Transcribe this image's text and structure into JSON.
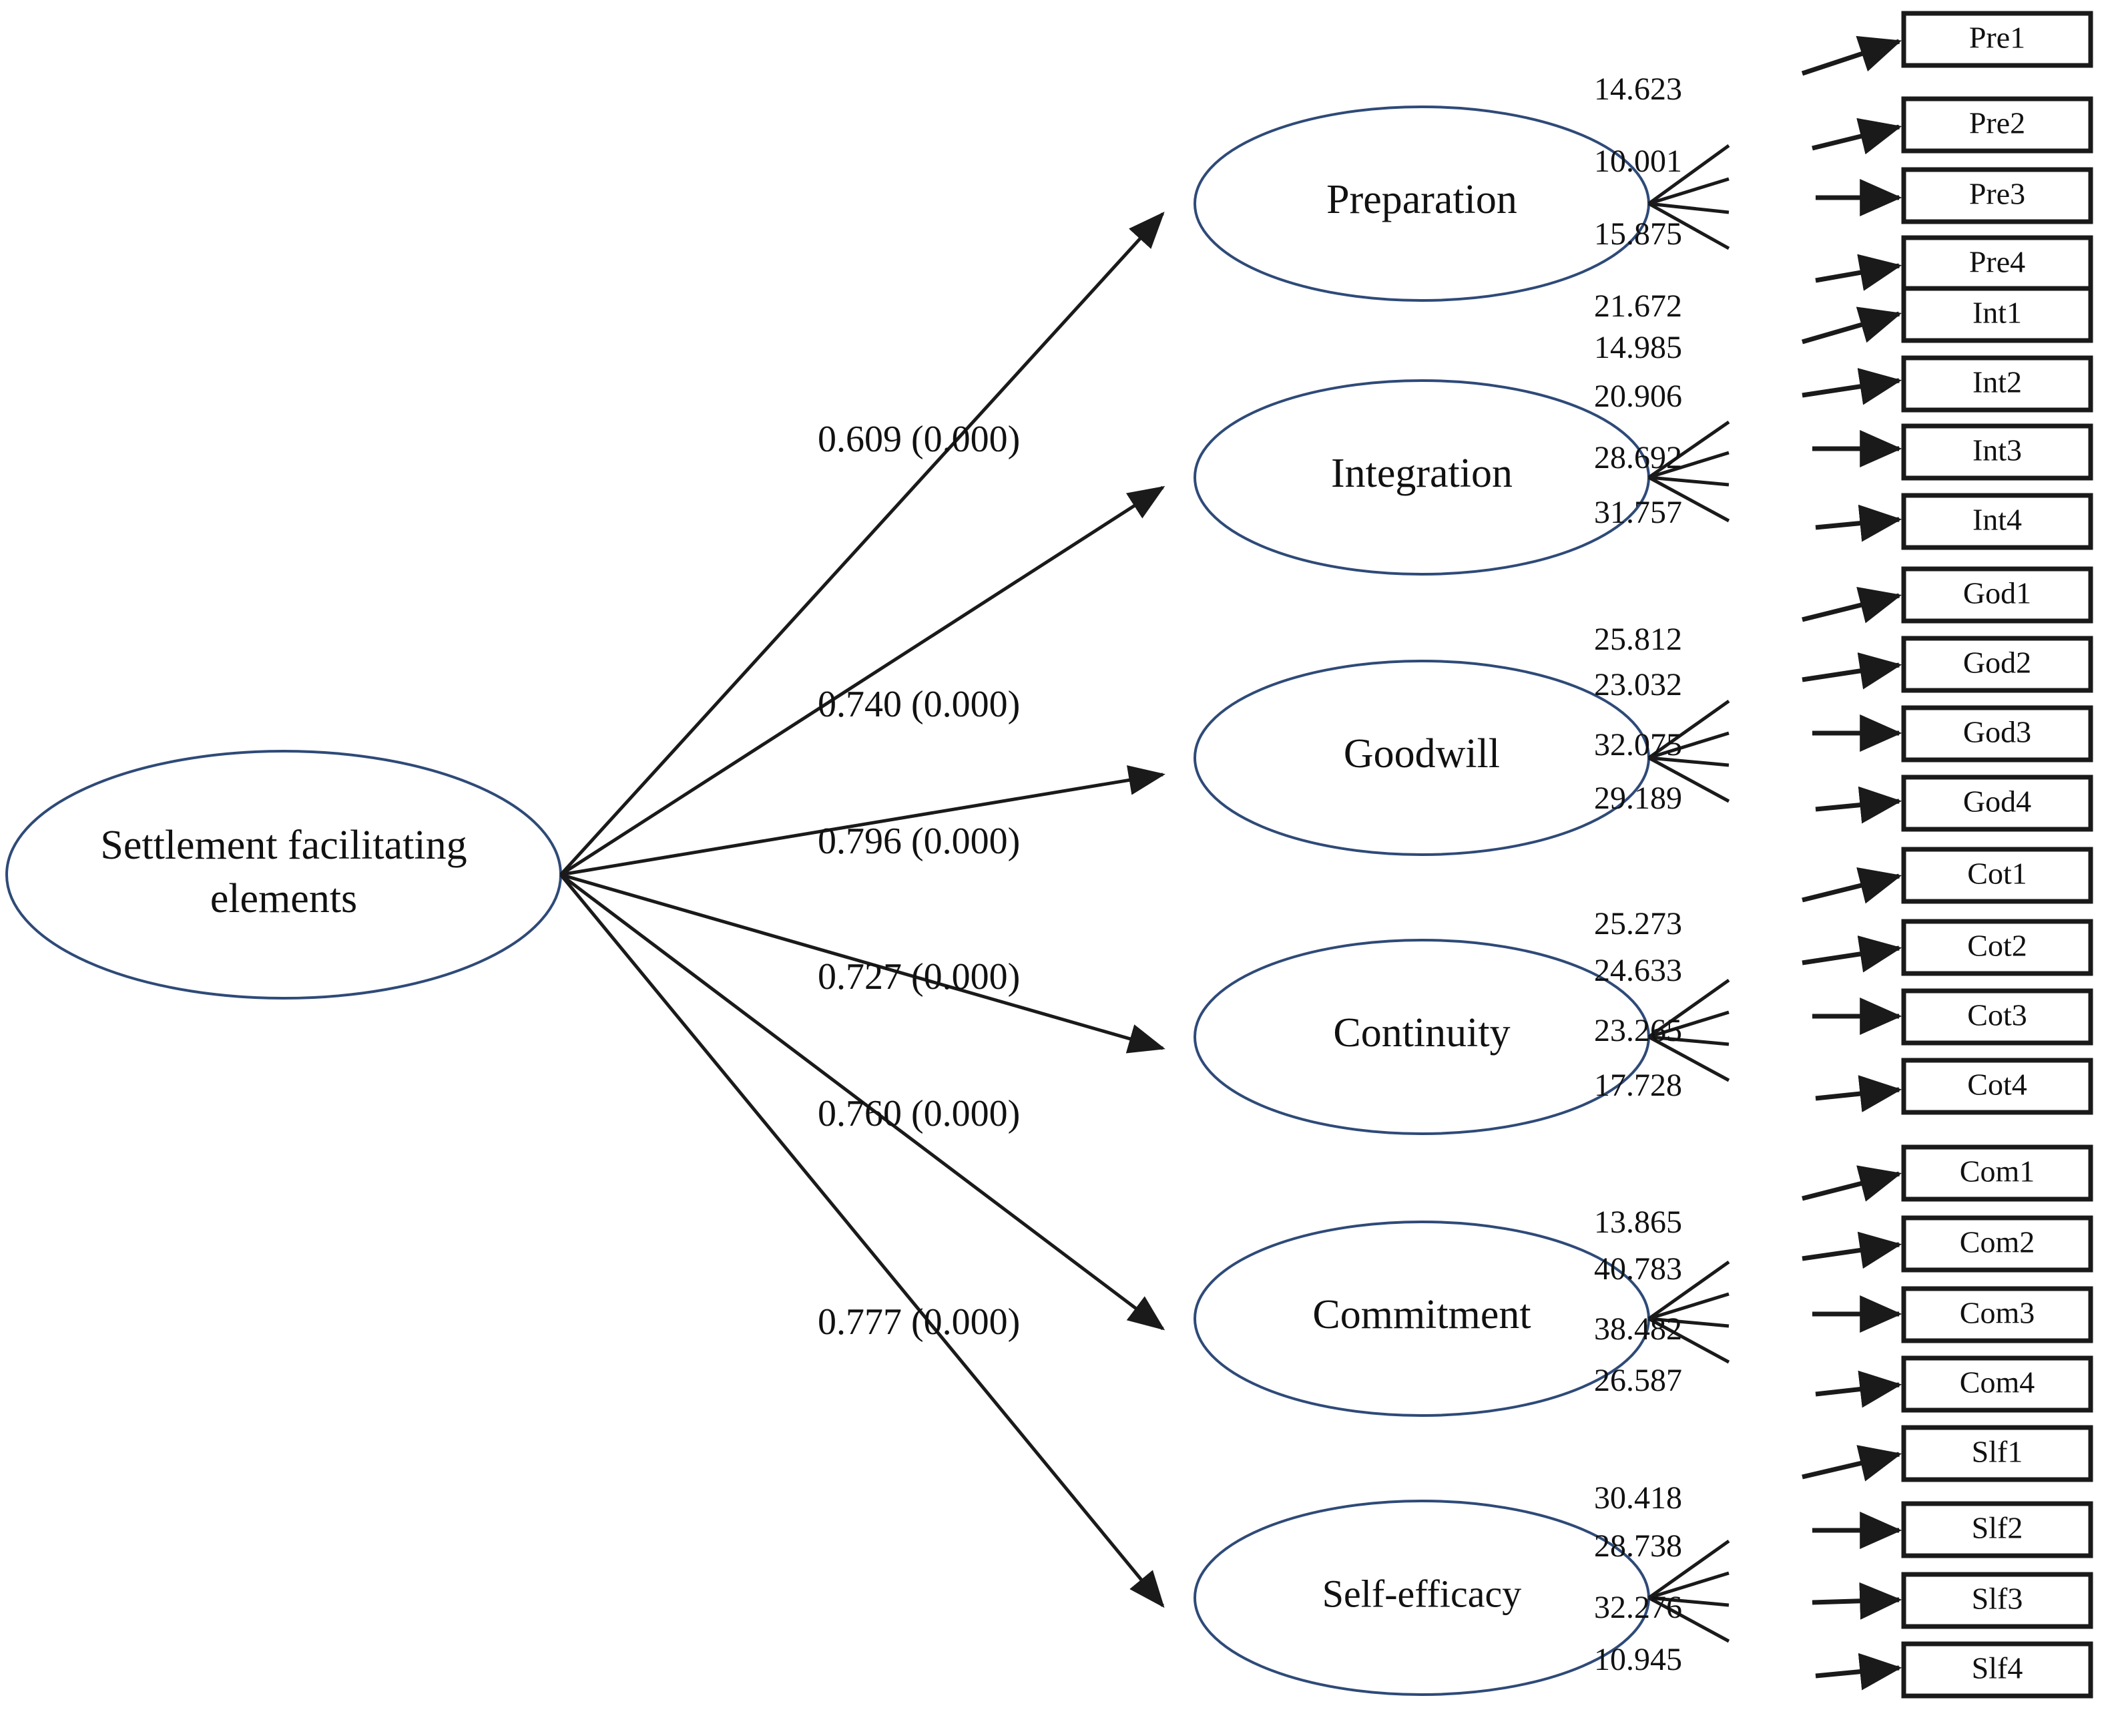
{
  "diagram": {
    "title": "Settlement facilitating elements measurement model",
    "type": "structural-equation-model",
    "ellipse_stroke": "#2e4a78",
    "box_stroke": "#1a1a1a",
    "arrow_color": "#1a1a1a"
  },
  "latent": {
    "label": "Settlement facilitating elements",
    "line1": "Settlement facilitating",
    "line2": "elements"
  },
  "constructs": [
    {
      "name": "Preparation",
      "path_coefficient": "0.609 (0.000)",
      "coefficient": 0.609,
      "p_value": "0.000",
      "indicators": [
        {
          "label": "Pre1",
          "t_value": "14.623"
        },
        {
          "label": "Pre2",
          "t_value": "10.001"
        },
        {
          "label": "Pre3",
          "t_value": "15.875"
        },
        {
          "label": "Pre4",
          "t_value": "21.672"
        }
      ]
    },
    {
      "name": "Integration",
      "path_coefficient": "0.740 (0.000)",
      "coefficient": 0.74,
      "p_value": "0.000",
      "indicators": [
        {
          "label": "Int1",
          "t_value": "14.985"
        },
        {
          "label": "Int2",
          "t_value": "20.906"
        },
        {
          "label": "Int3",
          "t_value": "28.692"
        },
        {
          "label": "Int4",
          "t_value": "31.757"
        }
      ]
    },
    {
      "name": "Goodwill",
      "path_coefficient": "0.796 (0.000)",
      "coefficient": 0.796,
      "p_value": "0.000",
      "indicators": [
        {
          "label": "God1",
          "t_value": "25.812"
        },
        {
          "label": "God2",
          "t_value": "23.032"
        },
        {
          "label": "God3",
          "t_value": "32.075"
        },
        {
          "label": "God4",
          "t_value": "29.189"
        }
      ]
    },
    {
      "name": "Continuity",
      "path_coefficient": "0.727 (0.000)",
      "coefficient": 0.727,
      "p_value": "0.000",
      "indicators": [
        {
          "label": "Cot1",
          "t_value": "25.273"
        },
        {
          "label": "Cot2",
          "t_value": "24.633"
        },
        {
          "label": "Cot3",
          "t_value": "23.265"
        },
        {
          "label": "Cot4",
          "t_value": "17.728"
        }
      ]
    },
    {
      "name": "Commitment",
      "path_coefficient": "0.760 (0.000)",
      "coefficient": 0.76,
      "p_value": "0.000",
      "indicators": [
        {
          "label": "Com1",
          "t_value": "13.865"
        },
        {
          "label": "Com2",
          "t_value": "40.783"
        },
        {
          "label": "Com3",
          "t_value": "38.482"
        },
        {
          "label": "Com4",
          "t_value": "26.587"
        }
      ]
    },
    {
      "name": "Self-efficacy",
      "path_coefficient": "0.777 (0.000)",
      "coefficient": 0.777,
      "p_value": "0.000",
      "indicators": [
        {
          "label": "Slf1",
          "t_value": "30.418"
        },
        {
          "label": "Slf2",
          "t_value": "28.738"
        },
        {
          "label": "Slf3",
          "t_value": "32.276"
        },
        {
          "label": "Slf4",
          "t_value": "10.945"
        }
      ]
    }
  ]
}
